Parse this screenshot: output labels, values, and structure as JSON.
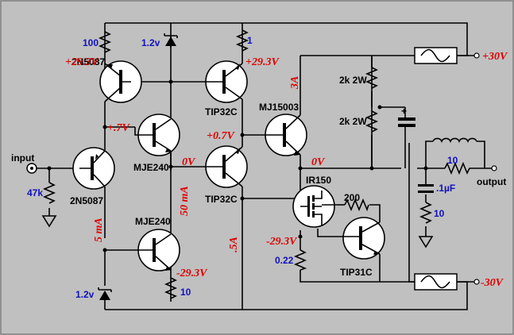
{
  "components": {
    "q_2n5087_top": "2N5087",
    "q_2n5087_in": "2N5087",
    "q_tip32c_top": "TIP32C",
    "q_tip32c_mid": "TIP32C",
    "q_mje240_mid": "MJE240",
    "q_mje240_bot": "MJE240",
    "q_mj15003": "MJ15003",
    "q_tip31c": "TIP31C",
    "q_ir150": "IR150"
  },
  "values": {
    "r_100": "100",
    "r_1": "1",
    "z_top": "1.2v",
    "z_bot": "1.2v",
    "r_47k": "47k",
    "r_2k_top": "2k 2W",
    "r_2k_bot": "2k 2W",
    "r_10_out": "10",
    "c_1uf": ".1µF",
    "r_10_snub": "10",
    "r_200": "200",
    "r_022": "0.22",
    "r_10_bot": "10"
  },
  "annotations": {
    "v_top_left": "+29.3V",
    "v_top_right": "+29.3V",
    "v_07": "+.7V",
    "v_p07": "+0.7V",
    "v_0_mid": "0V",
    "v_0_out": "0V",
    "v_neg": "-29.3V",
    "v_neg_bot": "-29.3V",
    "i_3a": "3A",
    "i_50ma": "50 mA",
    "i_5ma": "5 mA",
    "i_5a": ".5A",
    "rail_pos": "+30V",
    "rail_neg": "-30V"
  },
  "io": {
    "input": "input",
    "output": "output"
  }
}
